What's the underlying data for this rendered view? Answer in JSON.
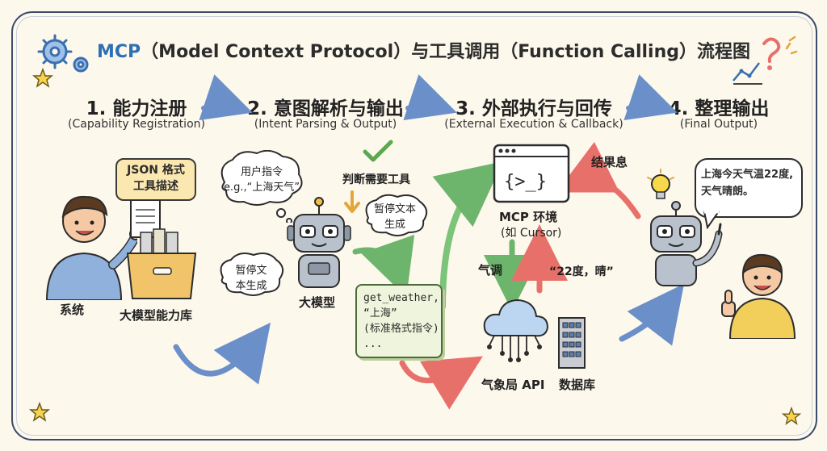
{
  "title": {
    "mcp": "MCP",
    "rest": "（Model Context Protocol）与工具调用（Function Calling）流程图"
  },
  "steps": [
    {
      "title": "1. 能力注册",
      "subtitle": "(Capability Registration)"
    },
    {
      "title": "2. 意图解析与输出",
      "subtitle": "(Intent Parsing & Output)"
    },
    {
      "title": "3. 外部执行与回传",
      "subtitle": "(External Execution & Callback)"
    },
    {
      "title": "4. 整理输出",
      "subtitle": "(Final Output)"
    }
  ],
  "stage1": {
    "card_line1": "JSON 格式",
    "card_line2": "工具描述",
    "system_label": "系统",
    "library_label": "大模型能力库"
  },
  "stage2": {
    "thought_line1": "用户指令",
    "thought_line2": "e.g.,“上海天气”",
    "judge_label": "判断需要工具",
    "pause_right_line1": "暂停文本",
    "pause_right_line2": "生成",
    "pause_left_line1": "暂停文",
    "pause_left_line2": "本生成",
    "model_label": "大模型",
    "code_lines": [
      "get_weather,",
      " “上海”",
      "(标准格式指令)",
      "..."
    ]
  },
  "stage3": {
    "env_line1": "MCP 环境",
    "env_line2": "(如 Cursor)",
    "result_label": "结果息",
    "call_label": "气调",
    "reply_label": "“22度，晴”",
    "api_label": "气象局 API",
    "db_label": "数据库"
  },
  "stage4": {
    "speech_line1": "上海今天气温22度,",
    "speech_line2": "天气晴朗。"
  },
  "colors": {
    "accent_blue": "#2e6fb5",
    "arrow_blue": "#6b8fc9",
    "arrow_green": "#7bc47a",
    "arrow_red": "#e8706a",
    "robot_gray": "#b9c1cc",
    "person_shirt_blue": "#8fb1dc",
    "person_shirt_yellow": "#f2cf5a"
  }
}
